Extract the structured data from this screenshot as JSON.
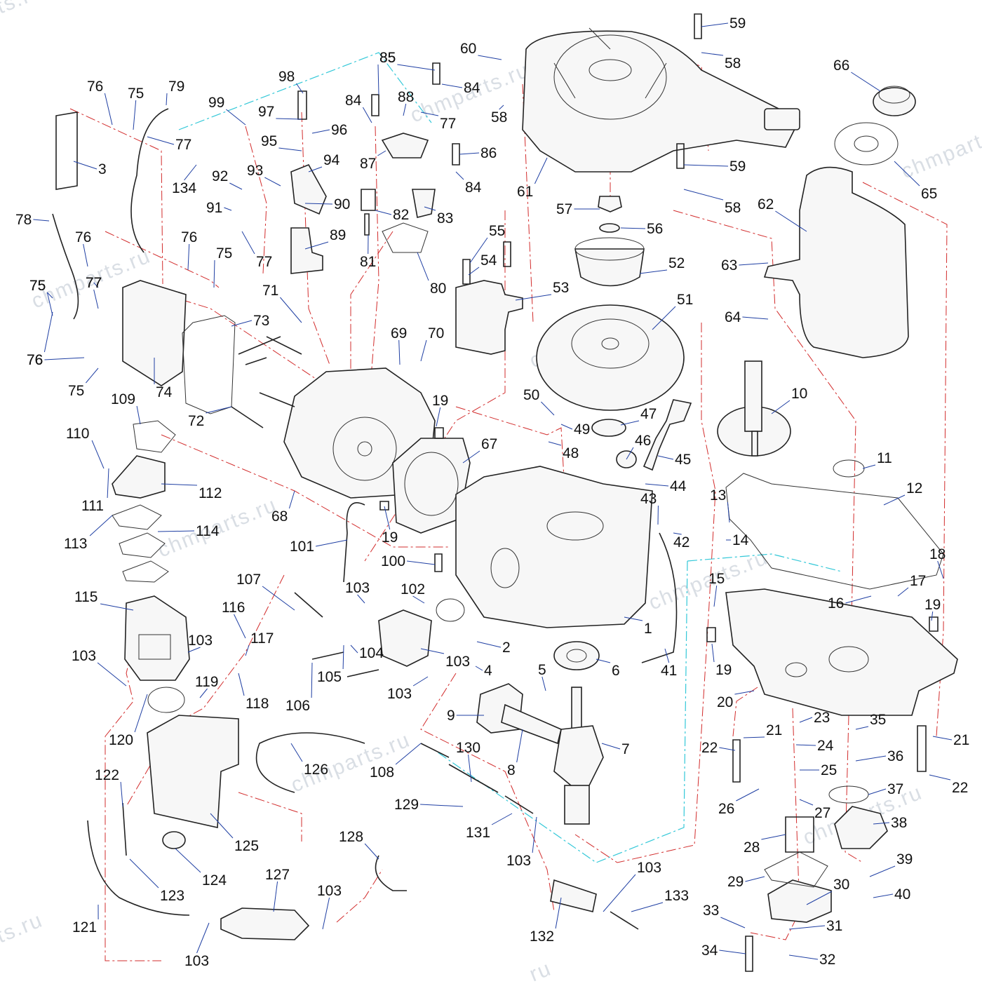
{
  "watermark": {
    "brand": "chmparts.ru",
    "fragments": [
      "ts.r",
      "ts.ru",
      "chmpart",
      "ru"
    ]
  },
  "colors": {
    "leader": "#1f3fa3",
    "assembly_line": "#d22c2c",
    "alt_assembly_line": "#33c8d8",
    "outline": "#222222"
  },
  "labels": [
    "1",
    "2",
    "3",
    "4",
    "5",
    "6",
    "7",
    "8",
    "9",
    "10",
    "11",
    "12",
    "13",
    "14",
    "15",
    "16",
    "17",
    "18",
    "19",
    "19",
    "19",
    "19",
    "20",
    "21",
    "21",
    "22",
    "22",
    "23",
    "24",
    "25",
    "26",
    "27",
    "28",
    "29",
    "30",
    "31",
    "32",
    "33",
    "34",
    "35",
    "36",
    "37",
    "38",
    "39",
    "40",
    "41",
    "42",
    "43",
    "44",
    "45",
    "46",
    "47",
    "48",
    "49",
    "50",
    "51",
    "52",
    "53",
    "54",
    "55",
    "56",
    "57",
    "58",
    "58",
    "58",
    "59",
    "59",
    "60",
    "61",
    "62",
    "63",
    "64",
    "65",
    "66",
    "67",
    "68",
    "69",
    "70",
    "71",
    "72",
    "73",
    "74",
    "75",
    "75",
    "75",
    "75",
    "75",
    "76",
    "76",
    "76",
    "76",
    "76",
    "77",
    "77",
    "77",
    "77",
    "77",
    "78",
    "79",
    "80",
    "81",
    "82",
    "83",
    "84",
    "84",
    "84",
    "85",
    "85",
    "86",
    "87",
    "88",
    "89",
    "90",
    "91",
    "92",
    "93",
    "94",
    "95",
    "96",
    "97",
    "98",
    "99",
    "100",
    "101",
    "102",
    "103",
    "103",
    "103",
    "103",
    "103",
    "103",
    "103",
    "103",
    "103",
    "104",
    "105",
    "106",
    "107",
    "108",
    "109",
    "110",
    "111",
    "112",
    "113",
    "114",
    "115",
    "116",
    "117",
    "118",
    "119",
    "120",
    "121",
    "122",
    "123",
    "124",
    "125",
    "126",
    "127",
    "128",
    "129",
    "130",
    "131",
    "132",
    "133",
    "134"
  ]
}
